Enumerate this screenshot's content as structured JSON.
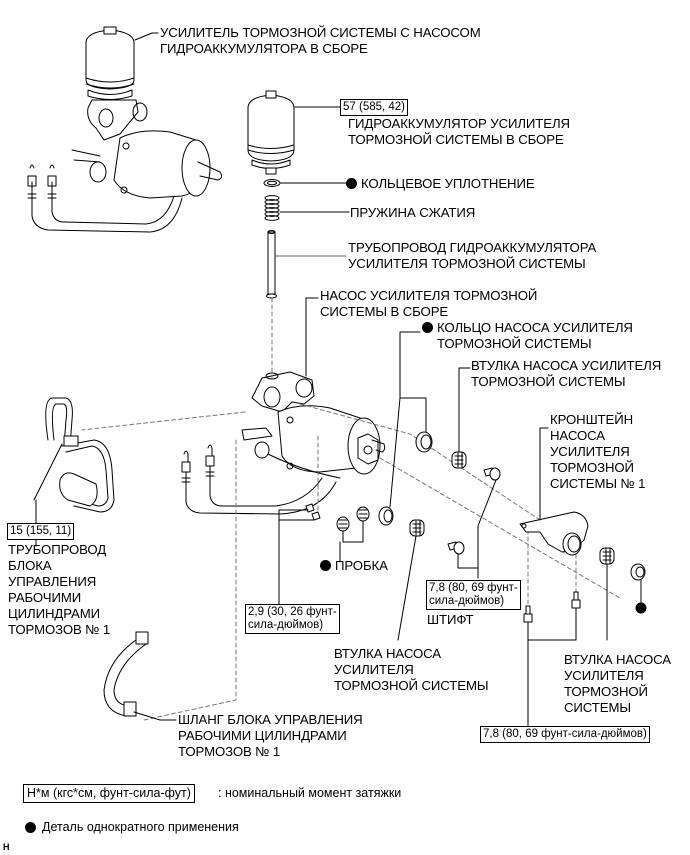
{
  "diagram": {
    "callouts": {
      "booster_assembly": [
        "УСИЛИТЕЛЬ ТОРМОЗНОЙ СИСТЕМЫ С НАСОСОМ",
        "ГИДРОАККУМУЛЯТОРА В СБОРЕ"
      ],
      "accumulator_torque": "57 (585, 42)",
      "accumulator": [
        "ГИДРОАККУМУЛЯТОР УСИЛИТЕЛЯ",
        "ТОРМОЗНОЙ СИСТЕМЫ В СБОРЕ"
      ],
      "o_ring": "КОЛЬЦЕВОЕ УПЛОТНЕНИЕ",
      "spring": "ПРУЖИНА СЖАТИЯ",
      "accumulator_pipe": [
        "ТРУБОПРОВОД ГИДРОАККУМУЛЯТОРА",
        "УСИЛИТЕЛЯ ТОРМОЗНОЙ СИСТЕМЫ"
      ],
      "pump_assembly": [
        "НАСОС УСИЛИТЕЛЯ ТОРМОЗНОЙ",
        "СИСТЕМЫ В СБОРЕ"
      ],
      "pump_ring": [
        "КОЛЬЦО НАСОСА УСИЛИТЕЛЯ",
        "ТОРМОЗНОЙ СИСТЕМЫ"
      ],
      "pump_bushing_top": [
        "ВТУЛКА НАСОСА УСИЛИТЕЛЯ",
        "ТОРМОЗНОЙ СИСТЕМЫ"
      ],
      "bracket": [
        "КРОНШТЕЙН",
        "НАСОСА",
        "УСИЛИТЕЛЯ",
        "ТОРМОЗНОЙ",
        "СИСТЕМЫ № 1"
      ],
      "pipe_torque": "15 (155, 11)",
      "actuator_pipe": [
        "ТРУБОПРОВОД",
        "БЛОКА",
        "УПРАВЛЕНИЯ",
        "РАБОЧИМИ",
        "ЦИЛИНДРАМИ",
        "ТОРМОЗОВ № 1"
      ],
      "plug": "ПРОБКА",
      "screw_torque": [
        "2,9 (30, 26 фунт-",
        "сила-дюймов)"
      ],
      "pin_torque": [
        "7,8 (80, 69 фунт-",
        "сила-дюймов)"
      ],
      "pin": "ШТИФТ",
      "pump_bushing_mid": [
        "ВТУЛКА НАСОСА",
        "УСИЛИТЕЛЯ",
        "ТОРМОЗНОЙ СИСТЕМЫ"
      ],
      "pump_bushing_right": [
        "ВТУЛКА НАСОСА",
        "УСИЛИТЕЛЯ",
        "ТОРМОЗНОЙ",
        "СИСТЕМЫ"
      ],
      "bolt_torque": "7,8 (80, 69 фунт-сила-дюймов)",
      "hose": [
        "ШЛАНГ БЛОКА УПРАВЛЕНИЯ",
        "РАБОЧИМИ ЦИЛИНДРАМИ",
        "ТОРМОЗОВ № 1"
      ]
    },
    "legend": {
      "torque_units": "Н*м (кгс*см, фунт-сила-фут)",
      "torque_desc": ": номинальный момент затяжки",
      "non_reusable": "Деталь однократного применения"
    },
    "corner_mark": "H",
    "icons": {
      "non_reusable_marker": "filled-circle"
    }
  }
}
